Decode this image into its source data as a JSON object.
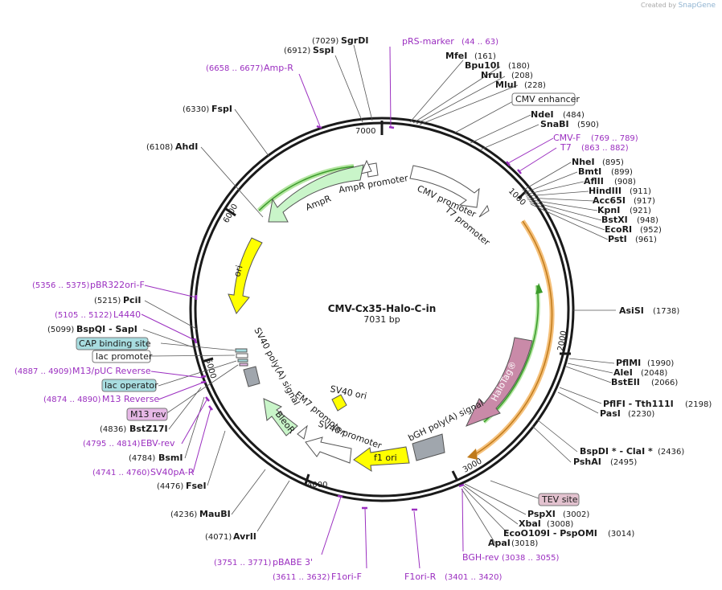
{
  "branding": {
    "created_by": "Created by",
    "app": "SnapGene"
  },
  "plasmid": {
    "name": "CMV-Cx35-Halo-C-in",
    "length": "7031 bp"
  },
  "tick_labels": [
    "1000",
    "2000",
    "3000",
    "4000",
    "5000",
    "6000",
    "7000"
  ],
  "sites_plain": [
    {
      "name": "SgrDI",
      "pos": "(7029)"
    },
    {
      "name": "SspI",
      "pos": "(6912)"
    },
    {
      "name": "MfeI",
      "pos": "(161)"
    },
    {
      "name": "Bpu10I",
      "pos": "(180)"
    },
    {
      "name": "NruI",
      "pos": "(208)"
    },
    {
      "name": "MluI",
      "pos": "(228)"
    },
    {
      "name": "NdeI",
      "pos": "(484)"
    },
    {
      "name": "SnaBI",
      "pos": "(590)"
    },
    {
      "name": "NheI",
      "pos": "(895)"
    },
    {
      "name": "BmtI",
      "pos": "(899)"
    },
    {
      "name": "AflII",
      "pos": "(908)"
    },
    {
      "name": "HindIII",
      "pos": "(911)"
    },
    {
      "name": "Acc65I",
      "pos": "(917)"
    },
    {
      "name": "KpnI",
      "pos": "(921)"
    },
    {
      "name": "BstXI",
      "pos": "(948)"
    },
    {
      "name": "EcoRI",
      "pos": "(952)"
    },
    {
      "name": "PstI",
      "pos": "(961)"
    },
    {
      "name": "AsiSI",
      "pos": "(1738)"
    },
    {
      "name": "PflMI",
      "pos": "(1990)"
    },
    {
      "name": "AleI",
      "pos": "(2048)"
    },
    {
      "name": "BstEII",
      "pos": "(2066)"
    },
    {
      "name": "PflFI - Tth111I",
      "pos": "(2198)"
    },
    {
      "name": "PasI",
      "pos": "(2230)"
    },
    {
      "name": "BspDI * - ClaI *",
      "pos": "(2436)"
    },
    {
      "name": "PshAI",
      "pos": "(2495)"
    },
    {
      "name": "PspXI",
      "pos": "(3002)"
    },
    {
      "name": "XbaI",
      "pos": "(3008)"
    },
    {
      "name": "EcoO109I - PspOMI",
      "pos": "(3014)"
    },
    {
      "name": "ApaI",
      "pos": "(3018)"
    },
    {
      "name": "AvrII",
      "pos": "(4071)"
    },
    {
      "name": "MauBI",
      "pos": "(4236)"
    },
    {
      "name": "FseI",
      "pos": "(4476)"
    },
    {
      "name": "BsmI",
      "pos": "(4784)"
    },
    {
      "name": "BstZ17I",
      "pos": "(4836)"
    },
    {
      "name": "BspQI - SapI",
      "pos": "(5099)"
    },
    {
      "name": "PciI",
      "pos": "(5215)"
    },
    {
      "name": "AhdI",
      "pos": "(6108)"
    },
    {
      "name": "FspI",
      "pos": "(6330)"
    }
  ],
  "primers": [
    {
      "name": "pRS-marker",
      "range": "(44 .. 63)"
    },
    {
      "name": "Amp-R",
      "range": "(6658 .. 6677)"
    },
    {
      "name": "CMV-F",
      "range": "(769 .. 789)"
    },
    {
      "name": "T7",
      "range": "(863 .. 882)"
    },
    {
      "name": "pBR322ori-F",
      "range": "(5356 .. 5375)"
    },
    {
      "name": "L4440",
      "range": "(5105 .. 5122)"
    },
    {
      "name": "M13/pUC Reverse",
      "range": "(4887 .. 4909)"
    },
    {
      "name": "M13 Reverse",
      "range": "(4874 .. 4890)"
    },
    {
      "name": "EBV-rev",
      "range": "(4795 .. 4814)"
    },
    {
      "name": "SV40pA-R",
      "range": "(4741 .. 4760)"
    },
    {
      "name": "pBABE 3'",
      "range": "(3751 .. 3771)"
    },
    {
      "name": "F1ori-F",
      "range": "(3611 .. 3632)"
    },
    {
      "name": "F1ori-R",
      "range": "(3401 .. 3420)"
    },
    {
      "name": "BGH-rev",
      "range": "(3038 .. 3055)"
    }
  ],
  "boxed_features": [
    {
      "name": "CMV enhancer",
      "style": "white"
    },
    {
      "name": "CAP binding site",
      "style": "teal"
    },
    {
      "name": "lac promoter",
      "style": "white"
    },
    {
      "name": "lac operator",
      "style": "teal"
    },
    {
      "name": "M13 rev",
      "style": "pink"
    },
    {
      "name": "TEV site",
      "style": "mauve"
    }
  ],
  "features": [
    {
      "name": "AmpR promoter"
    },
    {
      "name": "AmpR"
    },
    {
      "name": "CMV promoter"
    },
    {
      "name": "T7 promoter"
    },
    {
      "name": "ori"
    },
    {
      "name": "HaloTag®"
    },
    {
      "name": "SV40 poly(A) signal"
    },
    {
      "name": "SV40 ori"
    },
    {
      "name": "EM7 promoter"
    },
    {
      "name": "BleoR"
    },
    {
      "name": "SV40 promoter"
    },
    {
      "name": "f1 ori"
    },
    {
      "name": "bGH poly(A) signal"
    }
  ],
  "colors": {
    "backbone": "#1a1a1a",
    "primer": "#9b2fc0",
    "ampr": "#c9f5c9",
    "ori": "#ffff00",
    "halotag": "#c98aa8",
    "polyA": "#a0a6ad",
    "orf": "#f5c07a",
    "teal_box": "#a8dde0",
    "pink_box": "#e6b8e6",
    "mauve_box": "#e3c2cf"
  }
}
